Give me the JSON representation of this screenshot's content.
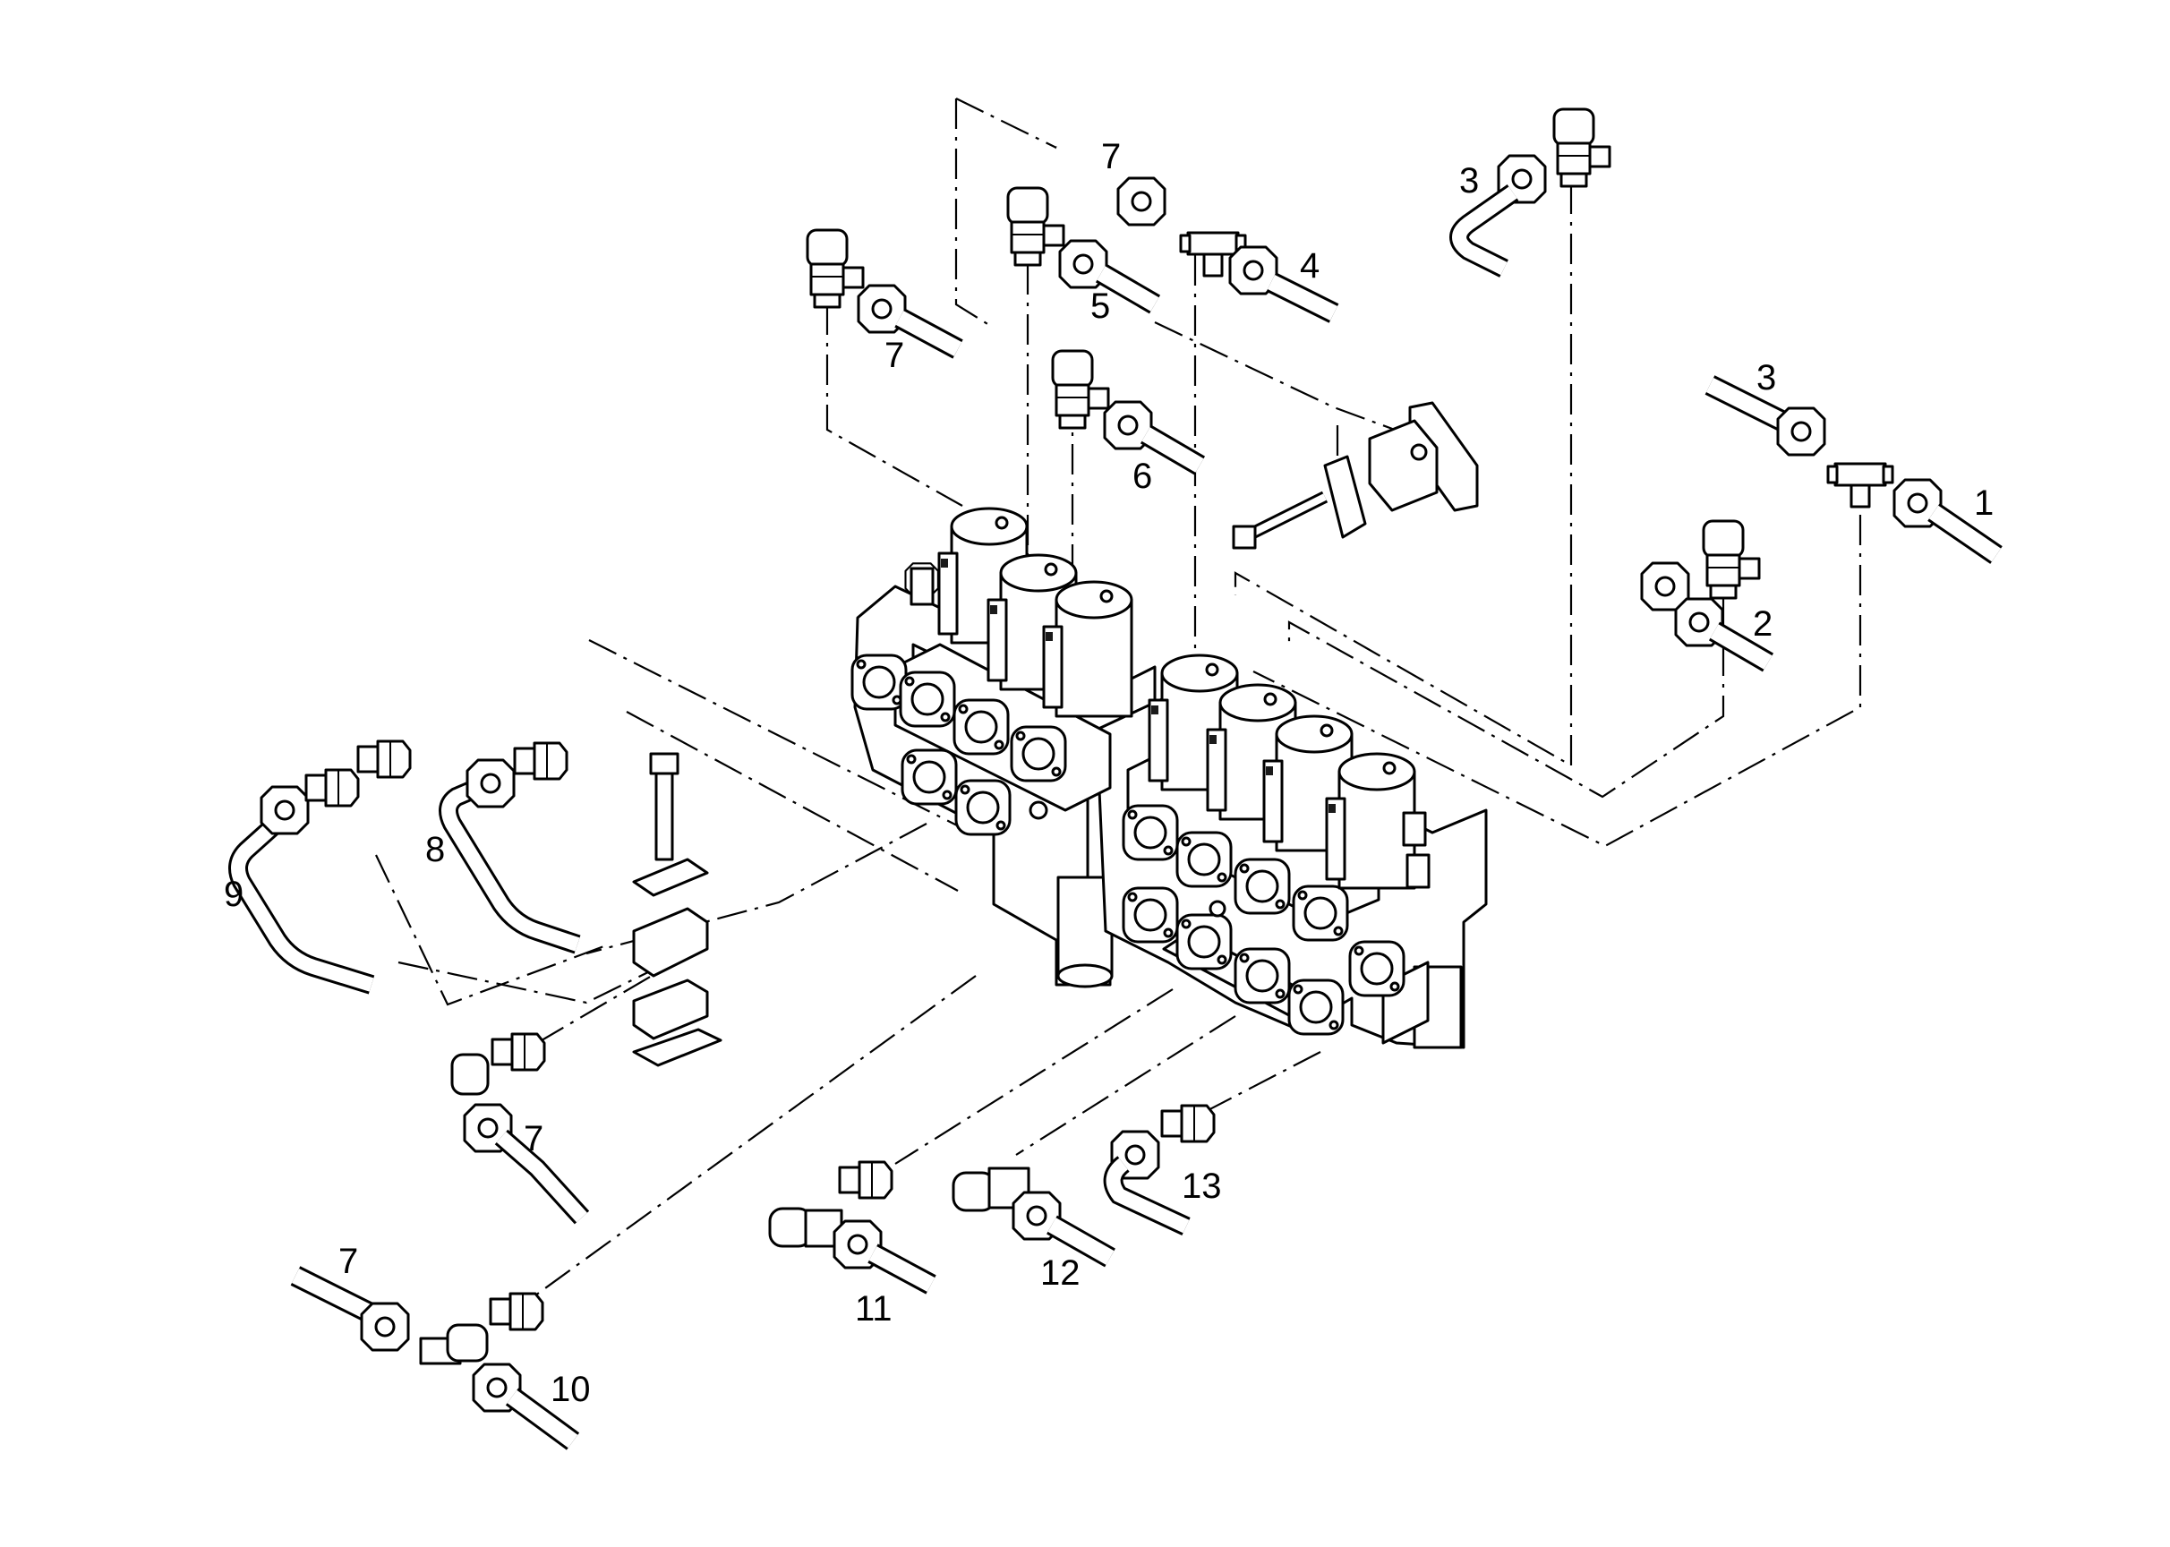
{
  "callouts": [
    "1",
    "2",
    "3",
    "3",
    "4",
    "5",
    "6",
    "7",
    "7",
    "7",
    "7",
    "8",
    "9",
    "10",
    "11",
    "12",
    "13"
  ]
}
